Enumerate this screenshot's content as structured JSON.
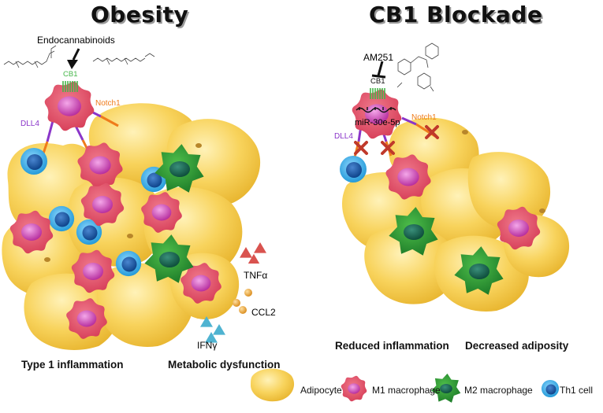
{
  "panels": {
    "left": {
      "title": "Obesity",
      "endocannabinoids": "Endocannabinoids",
      "cb1": "CB1",
      "dll4": "DLL4",
      "notch1": "Notch1",
      "tnf": "TNFα",
      "ccl2": "CCL2",
      "ifn": "IFNγ",
      "caption_left": "Type 1 inflammation",
      "caption_right": "Metabolic dysfunction"
    },
    "right": {
      "title": "CB1 Blockade",
      "am251": "AM251",
      "cb1": "CB1",
      "mir": "miR-30e-5p",
      "dll4": "DLL4",
      "notch1": "Notch1",
      "caption_left": "Reduced inflammation",
      "caption_right": "Decreased adiposity"
    }
  },
  "legend": {
    "adipocyte": "Adipocyte",
    "m1": "M1 macrophage",
    "m2": "M2 macrophage",
    "th1": "Th1 cell"
  },
  "colors": {
    "adipocyte": "#f7c948",
    "adipocyte_light": "#fde79a",
    "m1": "#e04a63",
    "m1_nucleus": "#c63aa8",
    "m2": "#1f8a2e",
    "m2_nucleus": "#0f5b44",
    "th1": "#2aa7e6",
    "th1_nucleus": "#0c5aa6",
    "dll4": "#8a35c9",
    "notch1": "#ef7b1b",
    "cb1": "#45b649",
    "cross": "#c0392b"
  }
}
